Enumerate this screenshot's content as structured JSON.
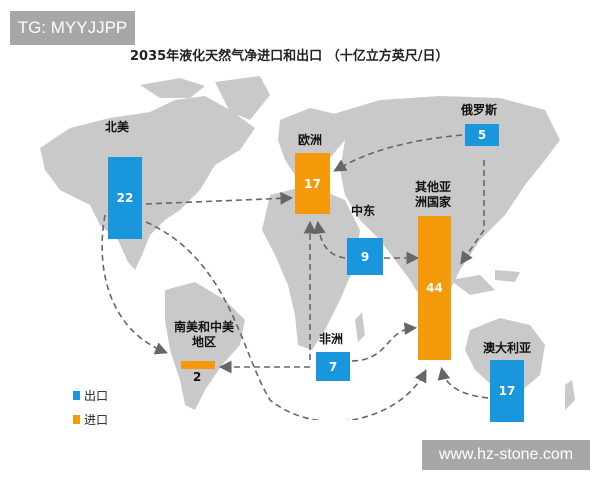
{
  "watermarks": {
    "top_left": "TG: MYYJJPP",
    "bottom_right": "www.hz-stone.com"
  },
  "colors": {
    "export": "#1a96dc",
    "import": "#f59a0a",
    "map_land": "#c8c8c8",
    "arrow": "#666666"
  },
  "title": "2035年液化天然气净进口和出口 （十亿立方英尺/日）",
  "regions": {
    "north_america": {
      "label": "北美",
      "value": "22",
      "type": "export"
    },
    "europe": {
      "label": "欧洲",
      "value": "17",
      "type": "import"
    },
    "russia": {
      "label": "俄罗斯",
      "value": "5",
      "type": "export"
    },
    "middle_east": {
      "label": "中东",
      "value": "9",
      "type": "export"
    },
    "other_asia": {
      "label_line1": "其他亚",
      "label_line2": "洲国家",
      "value": "44",
      "type": "import"
    },
    "south_central_america": {
      "label_line1": "南美和中美",
      "label_line2": "地区",
      "value": "2",
      "type": "import"
    },
    "africa": {
      "label": "非洲",
      "value": "7",
      "type": "export"
    },
    "australia": {
      "label": "澳大利亚",
      "value": "17",
      "type": "export"
    }
  },
  "legend": {
    "export_label": "出口",
    "import_label": "进口"
  },
  "chart_data": {
    "type": "bar",
    "title": "2035年液化天然气净进口和出口 （十亿立方英尺/日）",
    "unit": "十亿立方英尺/日",
    "categories": [
      "北美",
      "欧洲",
      "俄罗斯",
      "中东",
      "其他亚洲国家",
      "南美和中美地区",
      "非洲",
      "澳大利亚"
    ],
    "series": [
      {
        "name": "出口",
        "values": [
          22,
          0,
          5,
          9,
          0,
          0,
          7,
          17
        ]
      },
      {
        "name": "进口",
        "values": [
          0,
          17,
          0,
          0,
          44,
          2,
          0,
          0
        ]
      }
    ],
    "flows": [
      {
        "from": "北美",
        "to": "欧洲"
      },
      {
        "from": "北美",
        "to": "南美和中美地区"
      },
      {
        "from": "北美",
        "to": "其他亚洲国家"
      },
      {
        "from": "俄罗斯",
        "to": "欧洲"
      },
      {
        "from": "俄罗斯",
        "to": "其他亚洲国家"
      },
      {
        "from": "中东",
        "to": "欧洲"
      },
      {
        "from": "中东",
        "to": "其他亚洲国家"
      },
      {
        "from": "非洲",
        "to": "欧洲"
      },
      {
        "from": "非洲",
        "to": "南美和中美地区"
      },
      {
        "from": "非洲",
        "to": "其他亚洲国家"
      },
      {
        "from": "澳大利亚",
        "to": "其他亚洲国家"
      }
    ],
    "legend": [
      "出口",
      "进口"
    ],
    "legend_position": "bottom-left"
  }
}
